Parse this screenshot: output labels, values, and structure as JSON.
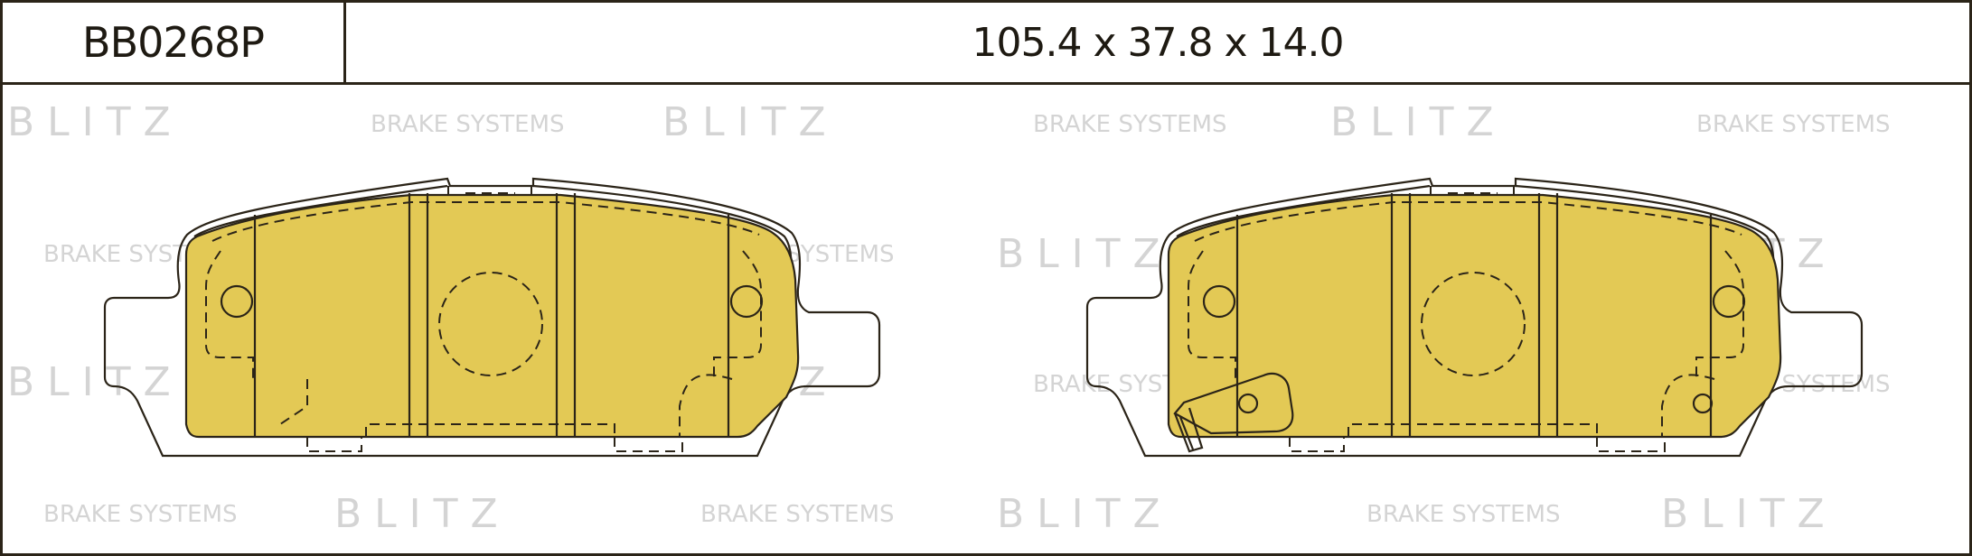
{
  "part_code": "BB0268P",
  "dimensions": "105.4 x 37.8 x 14.0",
  "watermark": {
    "brand": "B L I T Z",
    "tagline": "BRAKE SYSTEMS"
  },
  "colors": {
    "pad_fill": "#e3c955",
    "line": "#2b2418",
    "watermark": "#d4d4d4"
  }
}
